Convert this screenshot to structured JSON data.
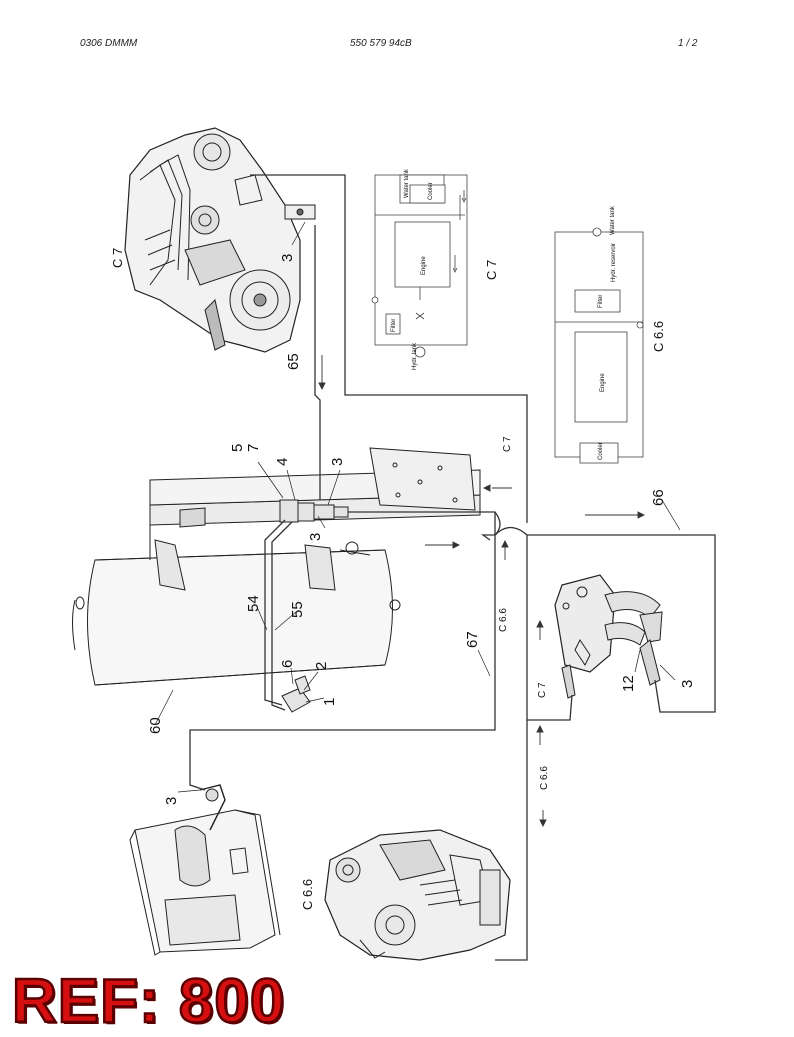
{
  "header": {
    "doc_code": "0306 DMMM",
    "part_number": "550 579 94cB",
    "page": "1 /  2"
  },
  "callouts": {
    "c3_engine_top": "3",
    "c65": "65",
    "c5": "5",
    "c7": "7",
    "c4": "4",
    "c3_valve_right": "3",
    "c3_valve_lower": "3",
    "c54": "54",
    "c55": "55",
    "c6": "6",
    "c2": "2",
    "c1": "1",
    "c60": "60",
    "c67": "67",
    "c3_bottom": "3",
    "c66": "66",
    "c12": "12",
    "c3_manifold": "3"
  },
  "variants": {
    "c7_engine": "C 7",
    "c7_schematic": "C 7",
    "c66_schematic": "C 6.6",
    "c7_line": "C 7",
    "c66_line": "C 6.6",
    "c7_manifold": "C 7",
    "c66_vertical": "C 6.6",
    "c66_bottom_engine": "C 6.6"
  },
  "schematic_c7": {
    "water_tank": "Water tank",
    "cooler": "Cooler",
    "engine": "Engine",
    "filter": "Filter",
    "hydr_tank": "Hydr. tank"
  },
  "schematic_c66": {
    "water_tank": "Water tank",
    "hydr_reservoir": "Hydr. reservoir",
    "filter": "Filter",
    "engine": "Engine",
    "cooler": "Cooler"
  },
  "ref_stamp": "REF: 800"
}
